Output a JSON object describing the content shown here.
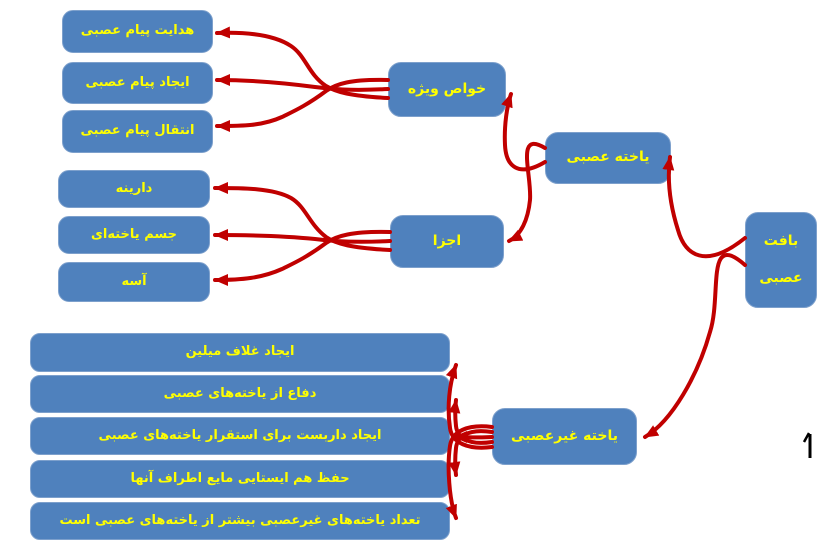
{
  "diagram": {
    "language": "fa",
    "colors": {
      "background": "#ffffff",
      "node_fill": "#4f81bd",
      "node_border": "#7da0cc",
      "node_text": "#ffff00",
      "arrow": "#c00000",
      "cursor_mark": "#000000"
    },
    "nodes": {
      "root": {
        "label_line1": "بافت",
        "label_line2": "عصبی"
      },
      "nerve_cell": {
        "label": "یاخته عصبی"
      },
      "non_nerve_cell": {
        "label": "یاخته غیرعصبی"
      },
      "special_properties": {
        "label": "خواص ویژه"
      },
      "components": {
        "label": "اجزا"
      },
      "property_items": [
        "هدایت پیام عصبی",
        "ایجاد پیام عصبی",
        "انتقال پیام عصبی"
      ],
      "component_items": [
        "دارینه",
        "جسم یاخته‌ای",
        "آسه"
      ],
      "non_nerve_functions": [
        "ایجاد غلاف میلین",
        "دفاع از یاخته‌های عصبی",
        "ایجاد داربست برای استقرار یاخته‌های عصبی",
        "حفظ هم ایستایی مایع اطراف آنها",
        "تعداد یاخته‌های غیرعصبی بیشتر از یاخته‌های عصبی است"
      ]
    }
  }
}
